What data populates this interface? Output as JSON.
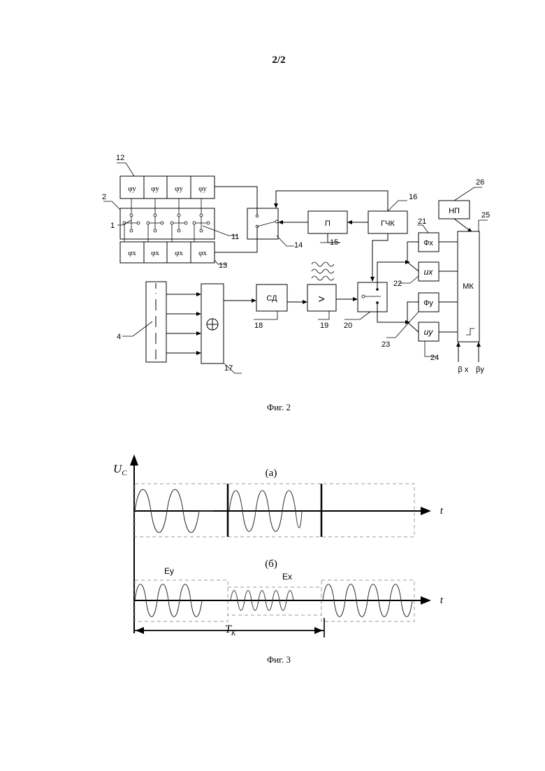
{
  "page_number": "2/2",
  "fig2": {
    "caption": "Фиг. 2",
    "phi_y": "φy",
    "phi_x": "φx",
    "blocks": {
      "p": "П",
      "gchk": "ГЧК",
      "np": "НП",
      "sd": "СД",
      "amp": ">",
      "mk": "МК",
      "fx": "Фx",
      "ux": "иx",
      "fy": "Фy",
      "uy": "иy",
      "beta_x": "β x",
      "beta_y": "βy"
    },
    "numbers": {
      "n1": "1",
      "n2": "2",
      "n4": "4",
      "n11": "11",
      "n12": "12",
      "n13": "13",
      "n14": "14",
      "n15": "15",
      "n16": "16",
      "n17": "17",
      "n18": "18",
      "n19": "19",
      "n20": "20",
      "n21": "21",
      "n22": "22",
      "n23": "23",
      "n24": "24",
      "n25": "25",
      "n26": "26"
    }
  },
  "fig3": {
    "caption": "Фиг. 3",
    "y_label": "U",
    "y_label_sub": "C",
    "label_a": "(а)",
    "label_b": "(б)",
    "t_label": "t",
    "ey": "Ey",
    "ex": "Ex",
    "tk": "T",
    "tk_sub": "K"
  }
}
